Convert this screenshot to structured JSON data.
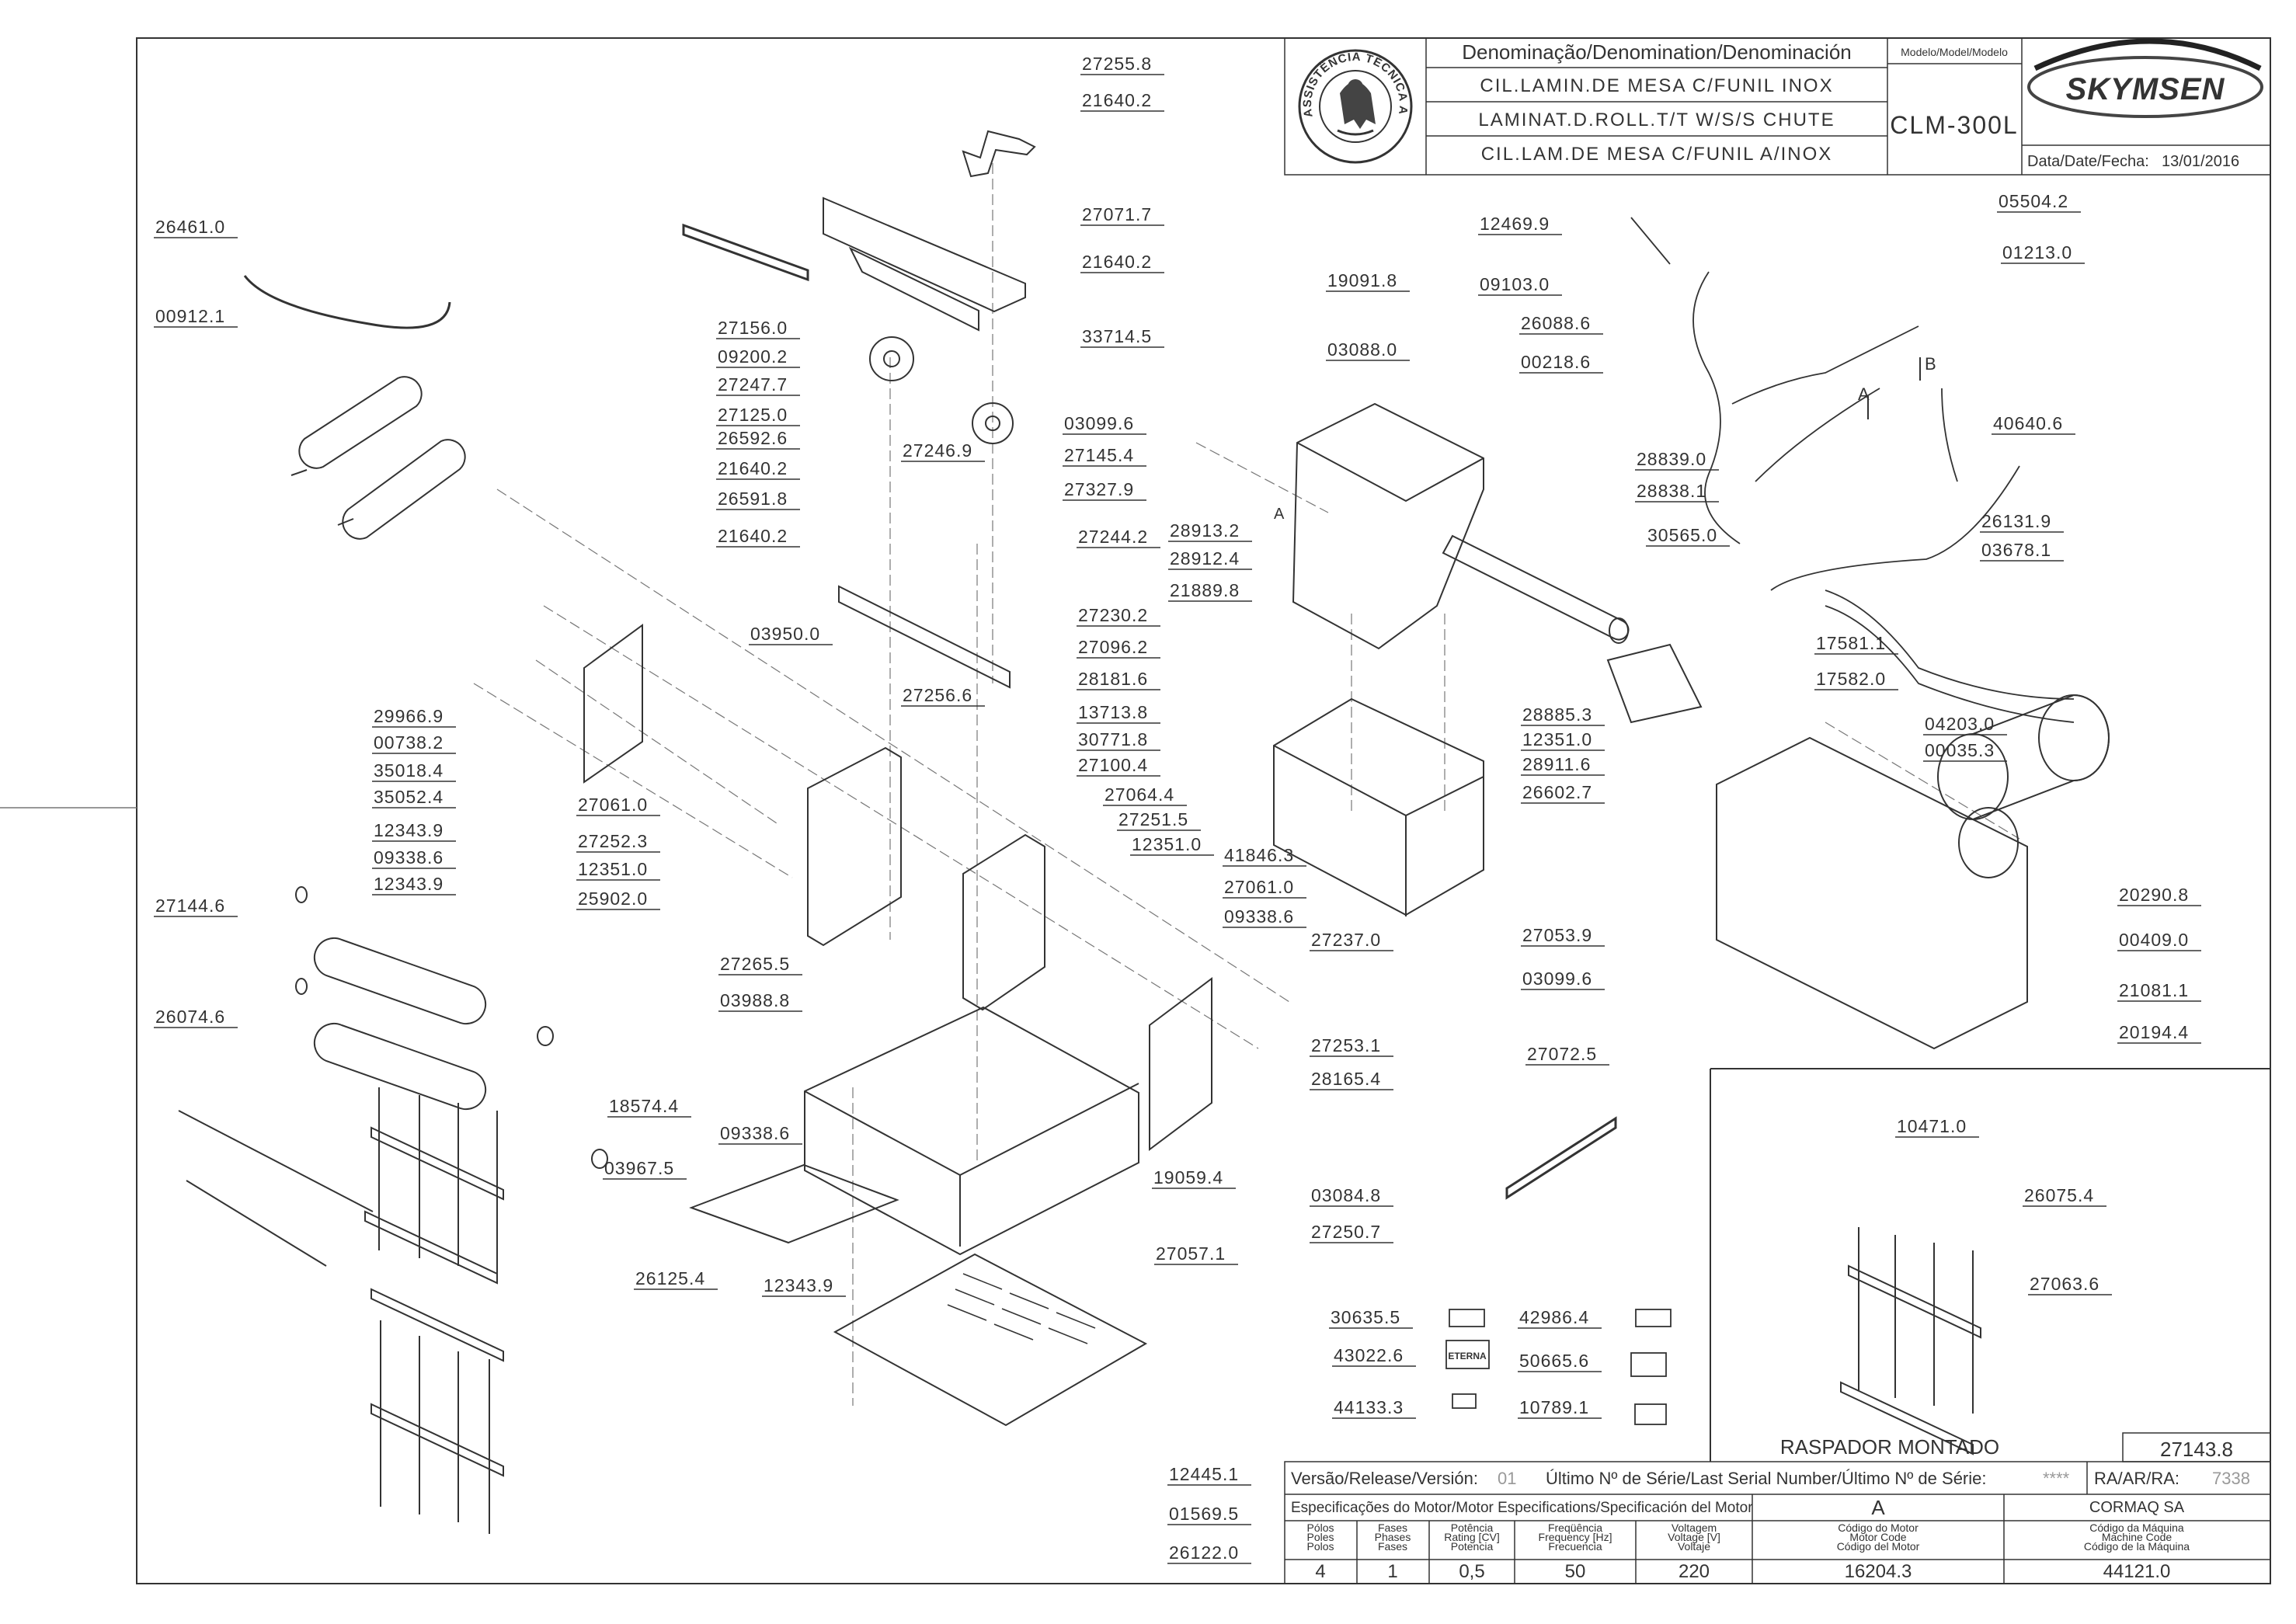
{
  "title_block": {
    "denomination_header": "Denominação/Denomination/Denominación",
    "model_header": "Modelo/Model/Modelo",
    "name_pt": "CIL.LAMIN.DE MESA C/FUNIL INOX",
    "name_en": "LAMINAT.D.ROLL.T/T W/S/S CHUTE",
    "name_es": "CIL.LAM.DE MESA C/FUNIL A/INOX",
    "model": "CLM-300L",
    "brand": "SKYMSEN",
    "date_label": "Data/Date/Fecha:",
    "date": "13/01/2016",
    "seal_text": "ASSISTÊNCIA TÉCNICA AUTORIZADA"
  },
  "parts": [
    {
      "id": "p1",
      "label": "27255.8"
    },
    {
      "id": "p2",
      "label": "21640.2"
    },
    {
      "id": "p3",
      "label": "27071.7"
    },
    {
      "id": "p4",
      "label": "21640.2"
    },
    {
      "id": "p5",
      "label": "33714.5"
    },
    {
      "id": "p6",
      "label": "26461.0"
    },
    {
      "id": "p7",
      "label": "00912.1"
    },
    {
      "id": "p8",
      "label": "27156.0"
    },
    {
      "id": "p9",
      "label": "09200.2"
    },
    {
      "id": "p10",
      "label": "27247.7"
    },
    {
      "id": "p11",
      "label": "27125.0"
    },
    {
      "id": "p12",
      "label": "26592.6"
    },
    {
      "id": "p13",
      "label": "21640.2"
    },
    {
      "id": "p14",
      "label": "26591.8"
    },
    {
      "id": "p15",
      "label": "21640.2"
    },
    {
      "id": "p16",
      "label": "27246.9"
    },
    {
      "id": "p17",
      "label": "03099.6"
    },
    {
      "id": "p18",
      "label": "27145.4"
    },
    {
      "id": "p19",
      "label": "27327.9"
    },
    {
      "id": "p20",
      "label": "27244.2"
    },
    {
      "id": "p21",
      "label": "03950.0"
    },
    {
      "id": "p22",
      "label": "27230.2"
    },
    {
      "id": "p23",
      "label": "27096.2"
    },
    {
      "id": "p24",
      "label": "27256.6"
    },
    {
      "id": "p25",
      "label": "28181.6"
    },
    {
      "id": "p26",
      "label": "13713.8"
    },
    {
      "id": "p27",
      "label": "30771.8"
    },
    {
      "id": "p28",
      "label": "27100.4"
    },
    {
      "id": "p29",
      "label": "27064.4"
    },
    {
      "id": "p30",
      "label": "29966.9"
    },
    {
      "id": "p31",
      "label": "00738.2"
    },
    {
      "id": "p32",
      "label": "35018.4"
    },
    {
      "id": "p33",
      "label": "35052.4"
    },
    {
      "id": "p34",
      "label": "27061.0"
    },
    {
      "id": "p35",
      "label": "27252.3"
    },
    {
      "id": "p36",
      "label": "12351.0"
    },
    {
      "id": "p37",
      "label": "25902.0"
    },
    {
      "id": "p38",
      "label": "12343.9"
    },
    {
      "id": "p39",
      "label": "09338.6"
    },
    {
      "id": "p40",
      "label": "12343.9"
    },
    {
      "id": "p41",
      "label": "27251.5"
    },
    {
      "id": "p42",
      "label": "12351.0"
    },
    {
      "id": "p43",
      "label": "41846.3"
    },
    {
      "id": "p44",
      "label": "27061.0"
    },
    {
      "id": "p45",
      "label": "09338.6"
    },
    {
      "id": "p46",
      "label": "27237.0"
    },
    {
      "id": "p47",
      "label": "27144.6"
    },
    {
      "id": "p48",
      "label": "27265.5"
    },
    {
      "id": "p49",
      "label": "03988.8"
    },
    {
      "id": "p50",
      "label": "26074.6"
    },
    {
      "id": "p51",
      "label": "27253.1"
    },
    {
      "id": "p52",
      "label": "28165.4"
    },
    {
      "id": "p53",
      "label": "18574.4"
    },
    {
      "id": "p54",
      "label": "09338.6"
    },
    {
      "id": "p55",
      "label": "03967.5"
    },
    {
      "id": "p56",
      "label": "19059.4"
    },
    {
      "id": "p57",
      "label": "03084.8"
    },
    {
      "id": "p58",
      "label": "27250.7"
    },
    {
      "id": "p59",
      "label": "27057.1"
    },
    {
      "id": "p60",
      "label": "26125.4"
    },
    {
      "id": "p61",
      "label": "12343.9"
    },
    {
      "id": "p62",
      "label": "12469.9"
    },
    {
      "id": "p63",
      "label": "05504.2"
    },
    {
      "id": "p64",
      "label": "01213.0"
    },
    {
      "id": "p65",
      "label": "19091.8"
    },
    {
      "id": "p66",
      "label": "09103.0"
    },
    {
      "id": "p67",
      "label": "03088.0"
    },
    {
      "id": "p68",
      "label": "26088.6"
    },
    {
      "id": "p69",
      "label": "00218.6"
    },
    {
      "id": "p70",
      "label": "40640.6"
    },
    {
      "id": "p71",
      "label": "28839.0"
    },
    {
      "id": "p72",
      "label": "28838.1"
    },
    {
      "id": "p73",
      "label": "28913.2"
    },
    {
      "id": "p74",
      "label": "28912.4"
    },
    {
      "id": "p75",
      "label": "21889.8"
    },
    {
      "id": "p76",
      "label": "26131.9"
    },
    {
      "id": "p77",
      "label": "30565.0"
    },
    {
      "id": "p78",
      "label": "03678.1"
    },
    {
      "id": "p79",
      "label": "17581.1"
    },
    {
      "id": "p80",
      "label": "17582.0"
    },
    {
      "id": "p81",
      "label": "28885.3"
    },
    {
      "id": "p82",
      "label": "04203.0"
    },
    {
      "id": "p83",
      "label": "12351.0"
    },
    {
      "id": "p84",
      "label": "00035.3"
    },
    {
      "id": "p85",
      "label": "28911.6"
    },
    {
      "id": "p86",
      "label": "26602.7"
    },
    {
      "id": "p87",
      "label": "20290.8"
    },
    {
      "id": "p88",
      "label": "00409.0"
    },
    {
      "id": "p89",
      "label": "27053.9"
    },
    {
      "id": "p90",
      "label": "03099.6"
    },
    {
      "id": "p91",
      "label": "21081.1"
    },
    {
      "id": "p92",
      "label": "27072.5"
    },
    {
      "id": "p93",
      "label": "20194.4"
    },
    {
      "id": "p94",
      "label": "10471.0"
    },
    {
      "id": "p95",
      "label": "26075.4"
    },
    {
      "id": "p96",
      "label": "27063.6"
    },
    {
      "id": "p97",
      "label": "30635.5"
    },
    {
      "id": "p98",
      "label": "42986.4"
    },
    {
      "id": "p99",
      "label": "43022.6"
    },
    {
      "id": "p100",
      "label": "50665.6"
    },
    {
      "id": "p101",
      "label": "44133.3"
    },
    {
      "id": "p102",
      "label": "10789.1"
    },
    {
      "id": "p103",
      "label": "12445.1"
    },
    {
      "id": "p104",
      "label": "01569.5"
    },
    {
      "id": "p105",
      "label": "26122.0"
    }
  ],
  "wire_markers": {
    "a": "A",
    "b": "B",
    "a2": "A"
  },
  "decal_text": {
    "eterna": "ETERNA"
  },
  "subassembly": {
    "title": "RASPADOR MONTADO",
    "code": "27143.8"
  },
  "release": {
    "version_label": "Versão/Release/Versión:",
    "version_value": "01",
    "serial_label": "Último Nº de Série/Last Serial Number/Último Nº de Série:",
    "serial_value": "****",
    "ra_label": "RA/AR/RA:",
    "ra_value": "7338"
  },
  "motor_spec": {
    "header": "Especificações do Motor/Motor Especifications/Specificación del Motor",
    "rev": "A",
    "company": "CORMAQ SA",
    "columns": [
      {
        "h1": "Pólos",
        "h2": "Poles",
        "h3": "Polos",
        "value": "4"
      },
      {
        "h1": "Fases",
        "h2": "Phases",
        "h3": "Fases",
        "value": "1"
      },
      {
        "h1": "Potência",
        "h2": "Rating [CV]",
        "h3": "Potencia",
        "value": "0,5"
      },
      {
        "h1": "Freqüência",
        "h2": "Frequency [Hz]",
        "h3": "Frecuencia",
        "value": "50"
      },
      {
        "h1": "Voltagem",
        "h2": "Voltage [V]",
        "h3": "Voltaje",
        "value": "220"
      },
      {
        "h1": "Código do Motor",
        "h2": "Motor Code",
        "h3": "Código del Motor",
        "value": "16204.3"
      },
      {
        "h1": "Código da Máquina",
        "h2": "Machine Code",
        "h3": "Código de la Máquina",
        "value": "44121.0"
      }
    ]
  }
}
